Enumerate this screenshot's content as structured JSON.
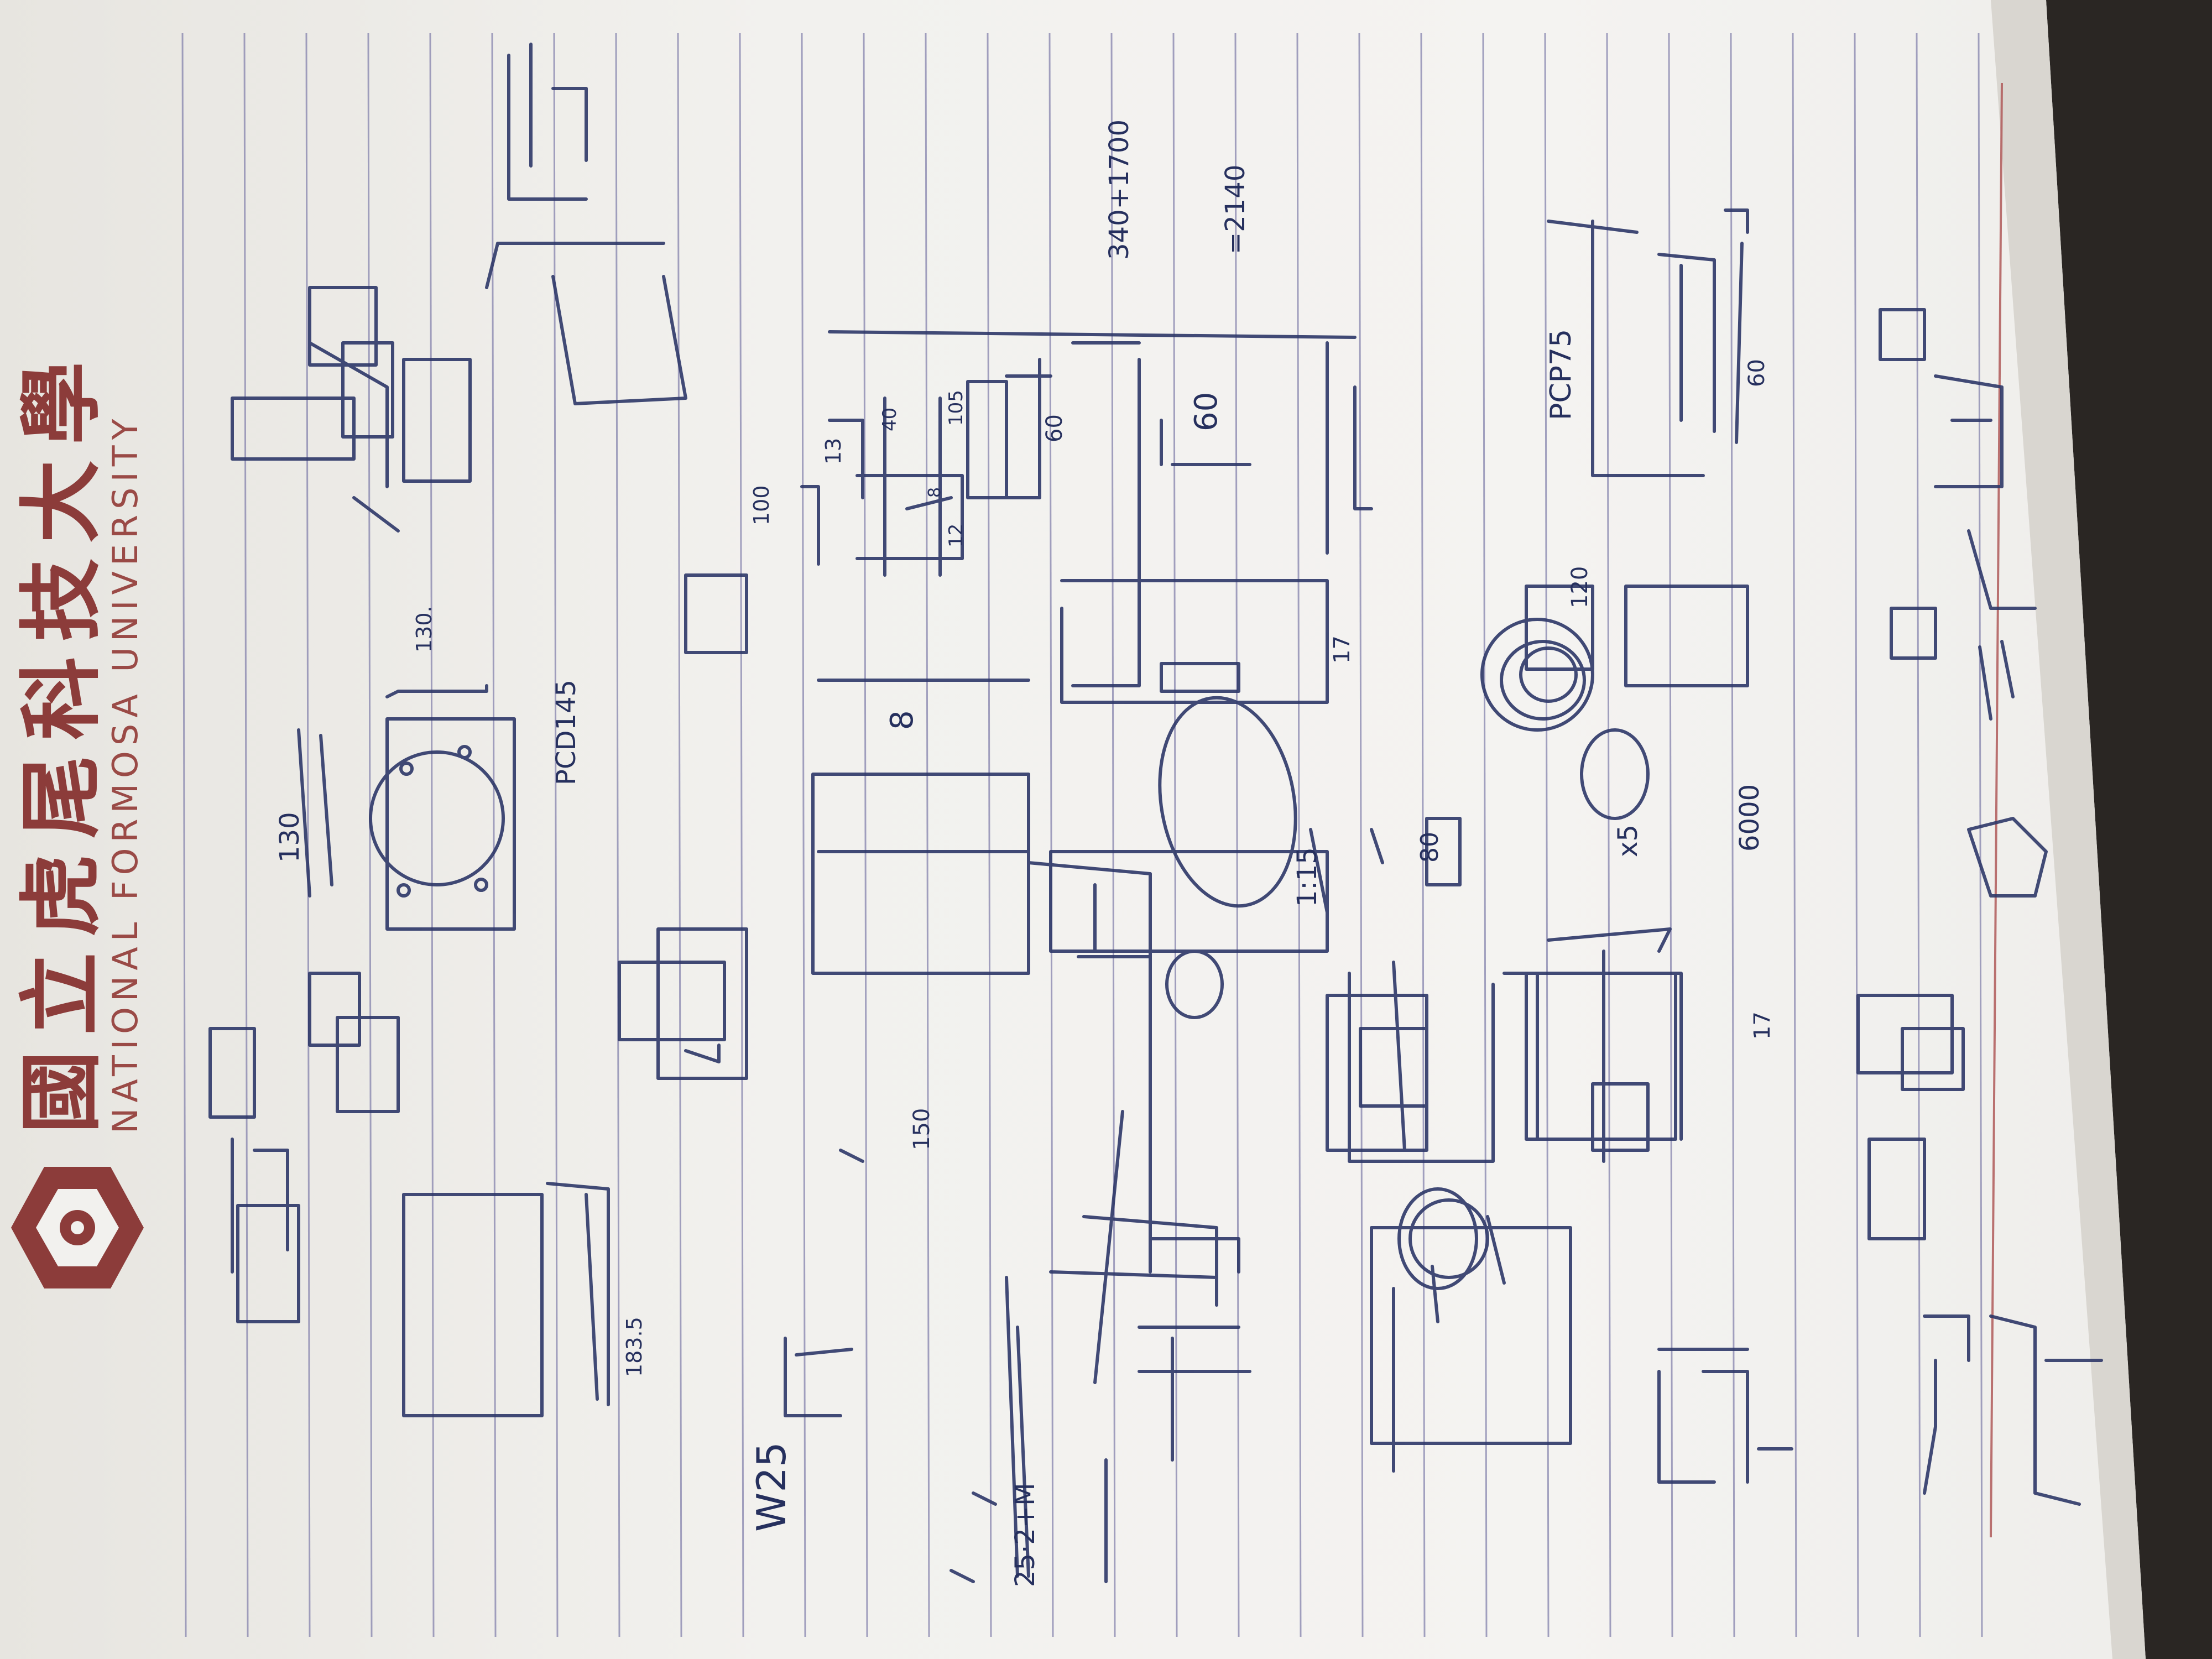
{
  "header": {
    "university_cn": "國立虎尾科技大學",
    "university_en": "NATIONAL FORMOSA UNIVERSITY",
    "logo_icon": "nfu-logo-icon"
  },
  "colors": {
    "ink": "#26305e",
    "rule_line": "#7d7ba8",
    "margin_line": "#b05a5a",
    "brand": "#8c3c3a"
  },
  "handwriting": {
    "n130_top": "130",
    "n130": "130.",
    "pcd": "PCD145",
    "n1835": "183.5",
    "w25": "W25",
    "n100": "100",
    "n13": "13",
    "n40": "40",
    "n105": "105",
    "n60_a": "60",
    "n12": "12",
    "n8": "8",
    "n150": "150",
    "n0": "8",
    "n60_b": "60",
    "n17": "17",
    "note_top": "340+1700",
    "note_right": "=2140",
    "ratio": "1:15",
    "pcp": "PCP75",
    "n60_c": "60",
    "n120": "120",
    "n80": "80",
    "n6000": "6000",
    "n17b": "17",
    "x15": "x5",
    "bottom_note": "25·2+M"
  }
}
